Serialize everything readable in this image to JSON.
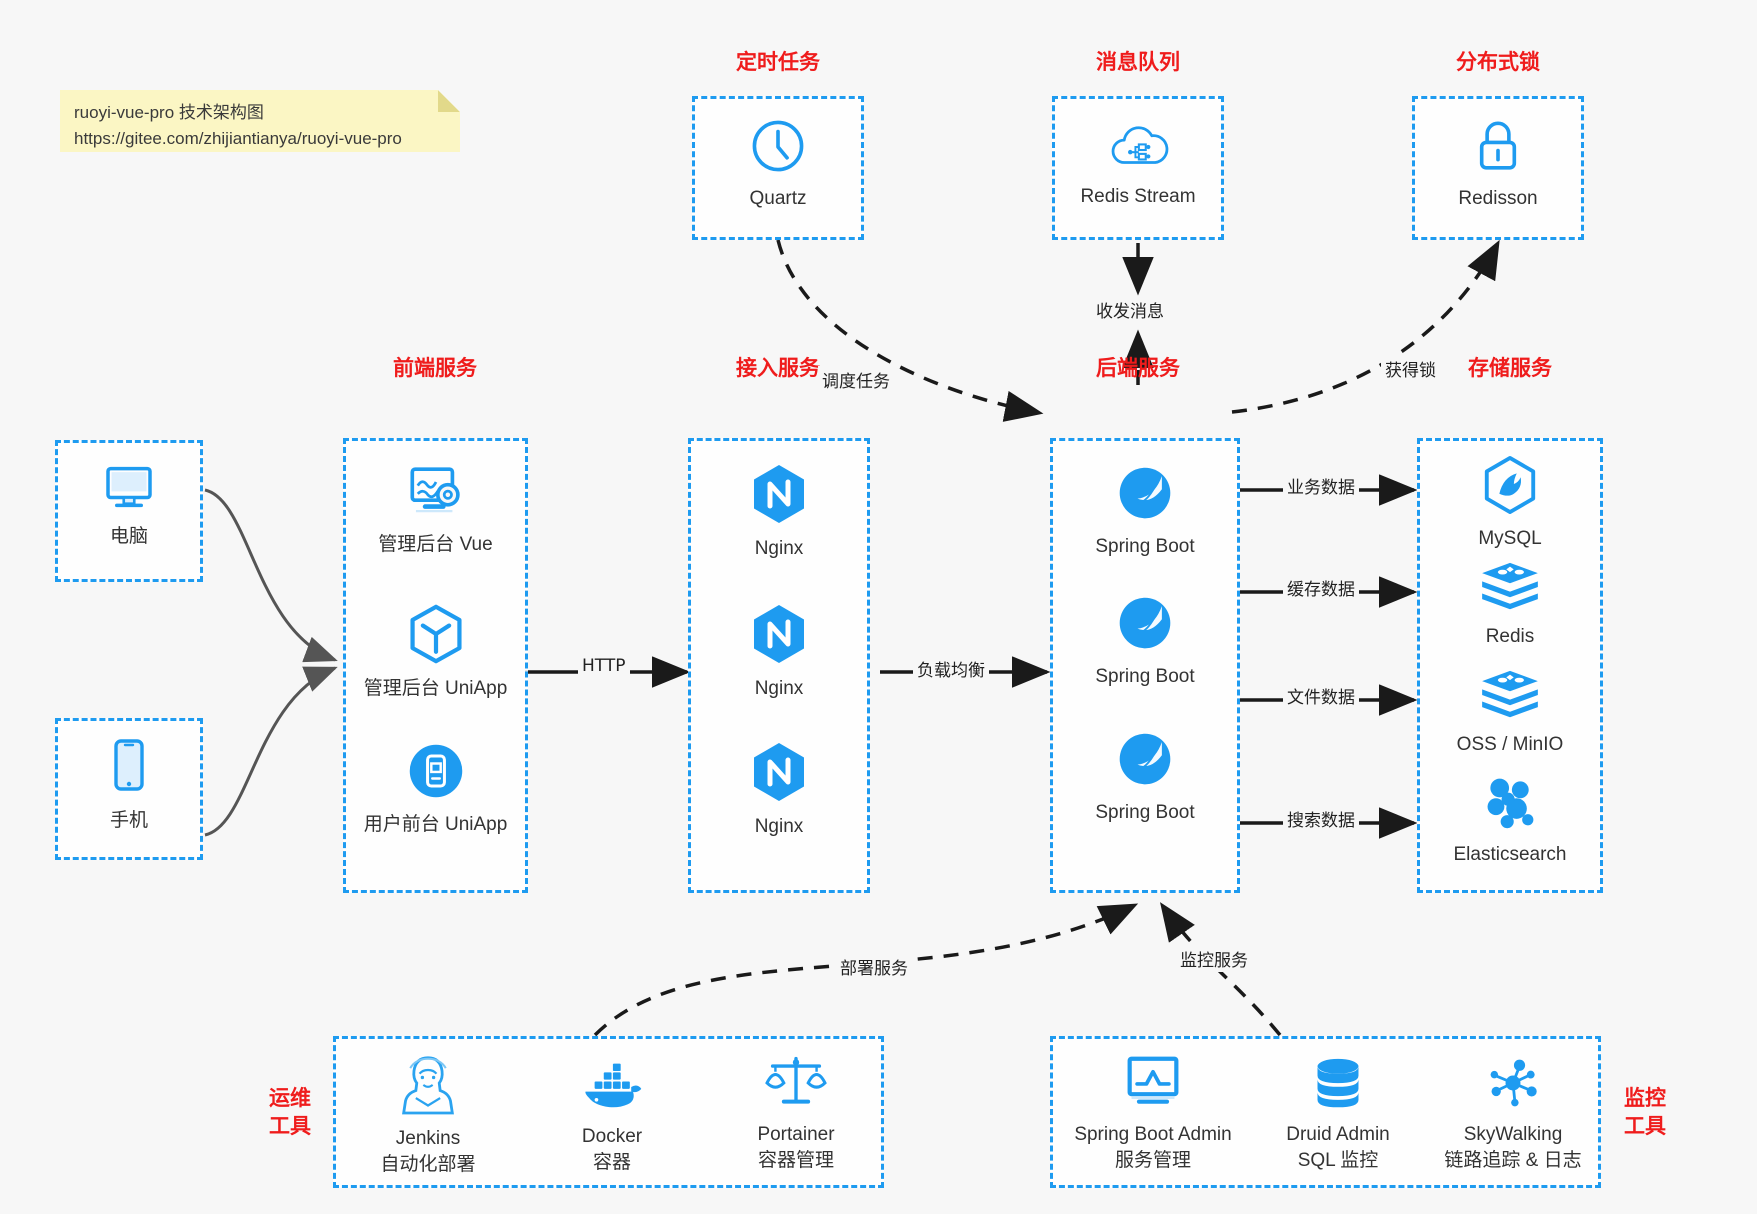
{
  "note": {
    "line1": "ruoyi-vue-pro 技术架构图",
    "line2": "https://gitee.com/zhijiantianya/ruoyi-vue-pro"
  },
  "colors": {
    "accent_blue": "#1e9bf0",
    "title_red": "#ef1c1c",
    "background": "#f7f7f7",
    "note_yellow": "#fbf6c4",
    "arrow_gray": "#555555",
    "arrow_black": "#1a1a1a"
  },
  "groups": {
    "scheduler": {
      "title": "定时任务",
      "nodes": [
        {
          "label": "Quartz",
          "icon": "clock-icon"
        }
      ]
    },
    "mq": {
      "title": "消息队列",
      "nodes": [
        {
          "label": "Redis Stream",
          "icon": "cloud-stream-icon"
        }
      ]
    },
    "lock": {
      "title": "分布式锁",
      "nodes": [
        {
          "label": "Redisson",
          "icon": "lock-icon"
        }
      ]
    },
    "clients": {
      "nodes": [
        {
          "label": "电脑",
          "icon": "desktop-icon"
        },
        {
          "label": "手机",
          "icon": "mobile-icon"
        }
      ]
    },
    "frontend": {
      "title": "前端服务",
      "nodes": [
        {
          "label": "管理后台 Vue",
          "icon": "dashboard-gear-icon"
        },
        {
          "label": "管理后台 UniApp",
          "icon": "cube-icon"
        },
        {
          "label": "用户前台 UniApp",
          "icon": "phone-app-icon"
        }
      ]
    },
    "gateway": {
      "title": "接入服务",
      "nodes": [
        {
          "label": "Nginx",
          "icon": "nginx-icon"
        },
        {
          "label": "Nginx",
          "icon": "nginx-icon"
        },
        {
          "label": "Nginx",
          "icon": "nginx-icon"
        }
      ]
    },
    "backend": {
      "title": "后端服务",
      "nodes": [
        {
          "label": "Spring Boot",
          "icon": "spring-boot-icon"
        },
        {
          "label": "Spring Boot",
          "icon": "spring-boot-icon"
        },
        {
          "label": "Spring Boot",
          "icon": "spring-boot-icon"
        }
      ]
    },
    "storage": {
      "title": "存储服务",
      "nodes": [
        {
          "label": "MySQL",
          "icon": "mysql-icon"
        },
        {
          "label": "Redis",
          "icon": "redis-icon"
        },
        {
          "label": "OSS / MinIO",
          "icon": "oss-icon"
        },
        {
          "label": "Elasticsearch",
          "icon": "elasticsearch-icon"
        }
      ]
    },
    "devops": {
      "title_line1": "运维",
      "title_line2": "工具",
      "nodes": [
        {
          "label": "Jenkins",
          "sublabel": "自动化部署",
          "icon": "jenkins-icon"
        },
        {
          "label": "Docker",
          "sublabel": "容器",
          "icon": "docker-icon"
        },
        {
          "label": "Portainer",
          "sublabel": "容器管理",
          "icon": "scales-icon"
        }
      ]
    },
    "monitor": {
      "title_line1": "监控",
      "title_line2": "工具",
      "nodes": [
        {
          "label": "Spring Boot Admin",
          "sublabel": "服务管理",
          "icon": "monitor-chart-icon"
        },
        {
          "label": "Druid Admin",
          "sublabel": "SQL 监控",
          "icon": "database-icon"
        },
        {
          "label": "SkyWalking",
          "sublabel": "链路追踪 & 日志",
          "icon": "skywalking-icon"
        }
      ]
    }
  },
  "edges": [
    {
      "label": "调度任务",
      "from": "scheduler",
      "to": "backend",
      "style": "dashed"
    },
    {
      "label": "收发消息",
      "from": "mq",
      "to": "backend",
      "style": "dashed-bidirectional"
    },
    {
      "label": "获得锁",
      "from": "backend",
      "to": "lock",
      "style": "dashed"
    },
    {
      "label": "HTTP",
      "from": "frontend",
      "to": "gateway",
      "style": "solid"
    },
    {
      "label": "负载均衡",
      "from": "gateway",
      "to": "backend",
      "style": "solid"
    },
    {
      "label": "业务数据",
      "from": "backend",
      "to": "MySQL",
      "style": "solid"
    },
    {
      "label": "缓存数据",
      "from": "backend",
      "to": "Redis",
      "style": "solid"
    },
    {
      "label": "文件数据",
      "from": "backend",
      "to": "OSS / MinIO",
      "style": "solid"
    },
    {
      "label": "搜索数据",
      "from": "backend",
      "to": "Elasticsearch",
      "style": "solid"
    },
    {
      "label": "部署服务",
      "from": "devops",
      "to": "backend",
      "style": "dashed"
    },
    {
      "label": "监控服务",
      "from": "monitor",
      "to": "backend",
      "style": "dashed"
    }
  ]
}
